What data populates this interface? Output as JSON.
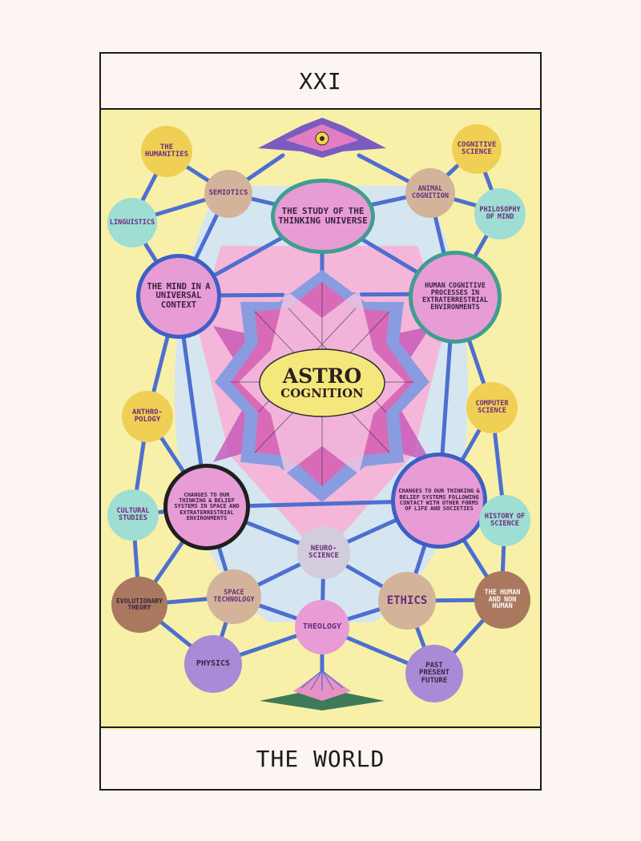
{
  "card": {
    "number": "XXI",
    "title": "THE WORLD"
  },
  "center": {
    "line1": "ASTRO",
    "line2": "COGNITION"
  },
  "nodes": {
    "humanities": "THE HUMANITIES",
    "cognitive_science": "COGNITIVE SCIENCE",
    "semiotics": "SEMIOTICS",
    "animal_cognition": "ANIMAL COGNITION",
    "linguistics": "LINGUISTICS",
    "philosophy_of_mind": "PHILOSOPHY OF MIND",
    "study_thinking_universe": "THE STUDY OF THE THINKING UNIVERSE",
    "mind_universal_context": "THE MIND IN A UNIVERSAL CONTEXT",
    "human_cognitive_processes": "HUMAN COGNITIVE PROCESSES IN EXTRATERRESTRIAL ENVIRONMENTS",
    "anthropology": "ANTHRO-POLOGY",
    "computer_science": "COMPUTER SCIENCE",
    "changes_space": "CHANGES TO OUR THINKING & BELIEF SYSTEMS IN SPACE AND EXTRATERRESTRIAL ENVIRONMENTS",
    "changes_contact": "CHANGES TO OUR THINKING & BELIEF SYSTEMS FOLLOWING CONTACT WITH OTHER FORMS OF LIFE AND SOCIETIES",
    "cultural_studies": "CULTURAL STUDIES",
    "history_of_science": "HISTORY OF SCIENCE",
    "neuroscience": "NEURO-SCIENCE",
    "evolutionary_theory": "EVOLUTIONARY THEORY",
    "space_technology": "SPACE TECHNOLOGY",
    "ethics": "ETHICS",
    "human_non_human": "THE HUMAN AND NON HUMAN",
    "theology": "THEOLOGY",
    "physics": "PHYSICS",
    "past_present_future": "PAST PRESENT FUTURE"
  },
  "colors": {
    "background": "#fdf5f1",
    "art_yellow": "#f8f0a8",
    "light_blue": "#d8e6f0",
    "pink": "#f4b4d8",
    "line_blue": "#4d6fd0",
    "yellow_node": "#efd054",
    "tan_node": "#d3b49a",
    "teal_node": "#9fded3",
    "pink_node": "#e79cd6",
    "brown_node": "#a9785f",
    "lavender_node": "#a98ad6",
    "purple_text": "#6b2b7e"
  }
}
